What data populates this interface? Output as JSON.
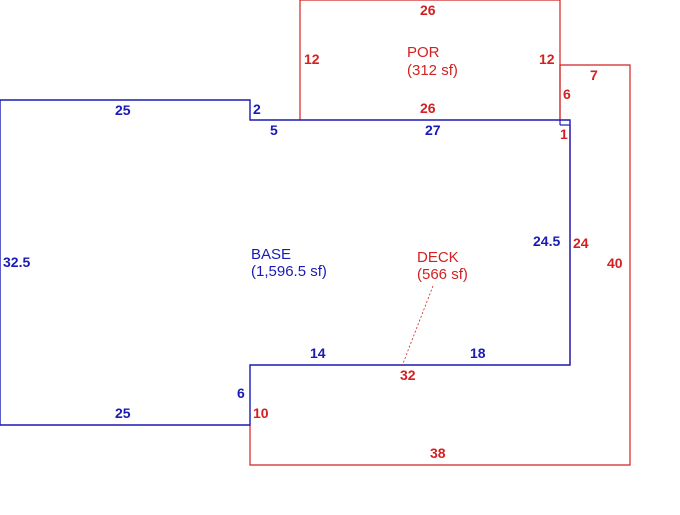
{
  "colors": {
    "base": "#1a1ab5",
    "addition": "#d42020"
  },
  "areas": {
    "base": {
      "name": "BASE",
      "size": "(1,596.5 sf)"
    },
    "porch": {
      "name": "POR",
      "size": "(312 sf)"
    },
    "deck": {
      "name": "DECK",
      "size": "(566 sf)"
    }
  },
  "dimensions": {
    "base": {
      "top_left": "25",
      "step_up": "2",
      "step_in": "5",
      "top_right": "27",
      "right_step": "1",
      "right": "24.5",
      "bottom_right": "18",
      "bottom_mid": "14",
      "inner_left": "6",
      "bottom_left": "25",
      "left": "32.5"
    },
    "porch": {
      "top": "26",
      "left": "12",
      "right": "12",
      "bottom": "26"
    },
    "deck": {
      "top": "7",
      "upper_left": "6",
      "inner_right": "24",
      "right": "40",
      "inner_bottom": "32",
      "bottom": "38",
      "left": "10"
    }
  }
}
